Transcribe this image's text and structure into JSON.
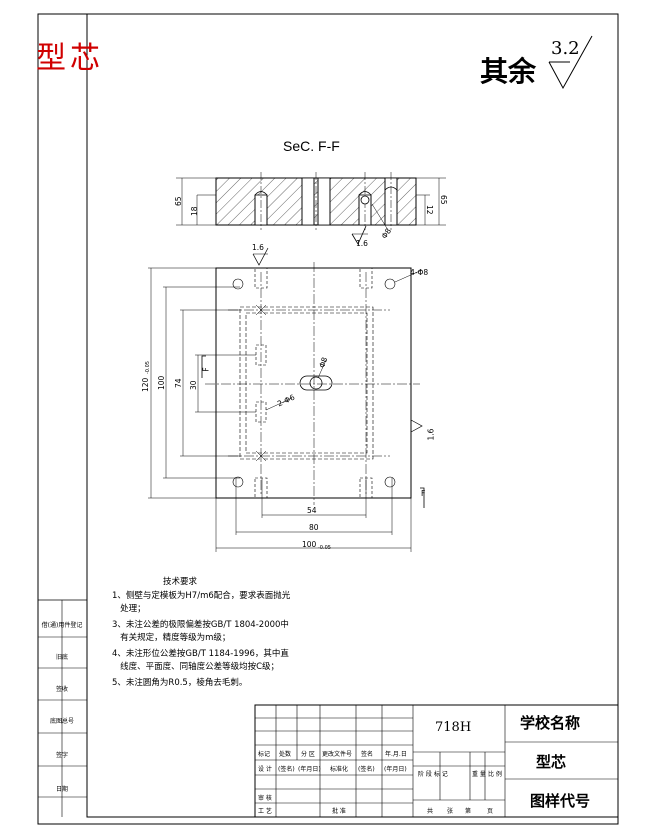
{
  "corner_label": "型芯",
  "surface_note": {
    "prefix": "其余",
    "roughness": "3.2"
  },
  "section_title": "SeC. F-F",
  "section_dims": {
    "left_total": "65",
    "left_inner": "18",
    "right_total": "65",
    "right_inner": "12",
    "roughness": "1.6",
    "hole": "Φ8"
  },
  "plan_dims": {
    "top_roughness": "1.6",
    "right_roughness": "1.6",
    "width_54": "54",
    "width_80": "80",
    "width_total": "100",
    "width_total_tol": "-0.05",
    "height_total": "120",
    "height_total_tol": "-0.05",
    "height_100": "100",
    "height_74": "74",
    "height_30": "30",
    "holes_4": "4-Φ8",
    "holes_2": "2-Φ6",
    "center_hole": "Φ8",
    "section_mark_top": "F",
    "section_mark_bottom": "F"
  },
  "tech_requirements": {
    "title": "技术要求",
    "items": [
      "1、侧壁与定模板为H7/m6配合，要求表面抛光",
      "   处理；",
      "3、未注公差的极限偏差按GB/T 1804-2000中",
      "   有关规定，精度等级为m级；",
      "4、未注形位公差按GB/T 1184-1996，其中直",
      "   线度、平面度、同轴度公差等级均按C级；",
      "5、未注圆角为R0.5，棱角去毛刺。"
    ]
  },
  "side_column": [
    "借(通)用件登记",
    "旧底",
    "签收",
    "底图总号",
    "签字",
    "日期"
  ],
  "title_block": {
    "material": "718H",
    "school": "学校名称",
    "part_name": "型芯",
    "drawing_no": "图样代号",
    "rev_headers": [
      "标记",
      "处数",
      "分 区",
      "更改文件号",
      "签名",
      "年.月.日"
    ],
    "row_design": [
      "设 计",
      "(签名)",
      "(年月日)",
      "标准化",
      "(签名)",
      "(年月日)"
    ],
    "row_check": "审 核",
    "row_process": [
      "工 艺",
      "批 准"
    ],
    "stage_headers": [
      "阶 段 标 记",
      "重 量",
      "比 例"
    ],
    "sheet": [
      "共",
      "张",
      "第",
      "页"
    ]
  }
}
